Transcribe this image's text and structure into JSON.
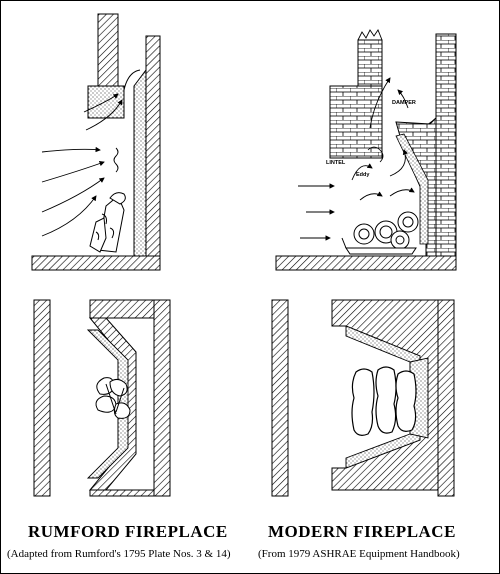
{
  "panels": {
    "rumford": {
      "title": "RUMFORD FIREPLACE",
      "caption": "(Adapted from Rumford's 1795 Plate Nos. 3 & 14)"
    },
    "modern": {
      "title": "MODERN FIREPLACE",
      "caption": "(From 1979 ASHRAE Equipment Handbook)",
      "labels": {
        "damper": "DAMPER",
        "lintel": "LINTEL",
        "eddy": "Eddy"
      }
    }
  },
  "colors": {
    "ink": "#000000",
    "paper": "#ffffff"
  }
}
